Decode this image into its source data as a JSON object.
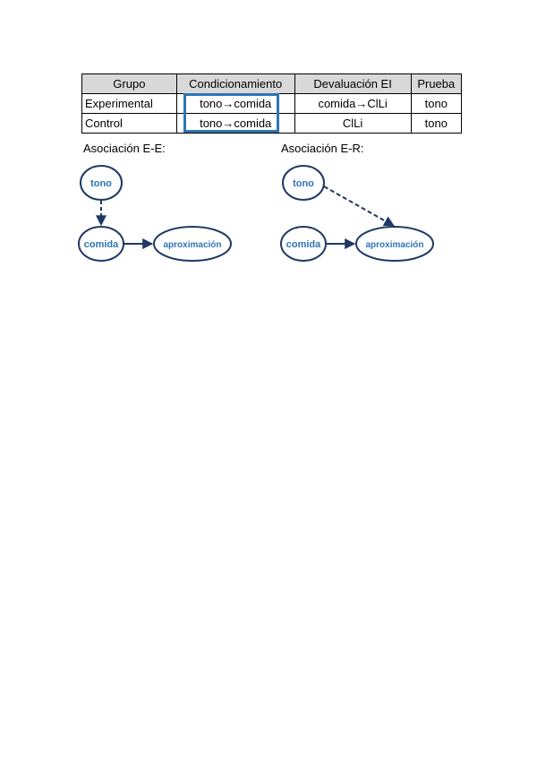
{
  "table": {
    "headers": [
      "Grupo",
      "Condicionamiento",
      "Devaluación EI",
      "Prueba"
    ],
    "rows": [
      {
        "grupo": "Experimental",
        "condicionamiento": "tono→comida",
        "devaluacion": "comida→ClLi",
        "prueba": "tono"
      },
      {
        "grupo": "Control",
        "condicionamiento": "tono→comida",
        "devaluacion": "ClLi",
        "prueba": "tono"
      }
    ]
  },
  "diagrams": {
    "ee": {
      "title": "Asociación E-E:",
      "nodes": {
        "tono": "tono",
        "comida": "comida",
        "aproximacion": "aproximación"
      }
    },
    "er": {
      "title": "Asociación E-R:",
      "nodes": {
        "tono": "tono",
        "comida": "comida",
        "aproximacion": "aproximación"
      }
    }
  },
  "colors": {
    "accent": "#2e75b6",
    "header_bg": "#d9d9d9"
  }
}
